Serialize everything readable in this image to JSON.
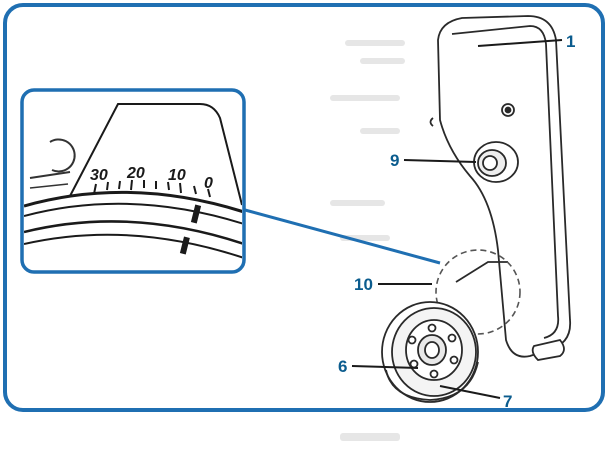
{
  "figure": {
    "frame_color": "#1f6fb2",
    "callout_color": "#0b5c8e",
    "callouts": [
      {
        "label": "1",
        "part": "belt-guard-cover"
      },
      {
        "label": "9",
        "part": "knob"
      },
      {
        "label": "10",
        "part": "timing-mark-window"
      },
      {
        "label": "6",
        "part": "pulley-hub"
      },
      {
        "label": "7",
        "part": "pulley-rim"
      }
    ],
    "inset": {
      "scale_labels": [
        "30",
        "20",
        "10",
        "0"
      ]
    }
  }
}
